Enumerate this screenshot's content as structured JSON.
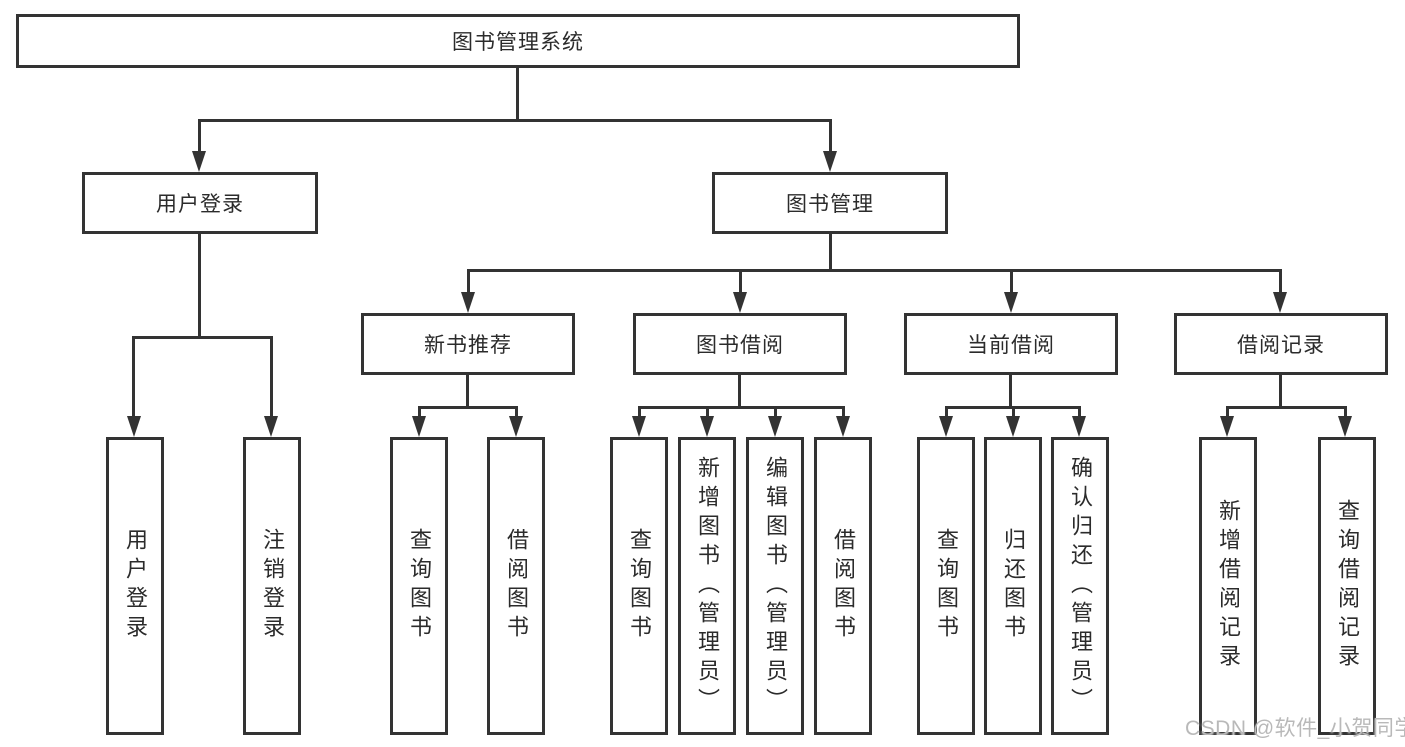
{
  "colors": {
    "line": "#333333",
    "box_background": "#ffffff",
    "text": "#2b2b2b",
    "watermark": "#b9b9b9"
  },
  "tree": {
    "label": "图书管理系统",
    "children": [
      {
        "label": "用户登录",
        "children": [
          {
            "label": "用户登录"
          },
          {
            "label": "注销登录"
          }
        ]
      },
      {
        "label": "图书管理",
        "children": [
          {
            "label": "新书推荐",
            "children": [
              {
                "label": "查询图书"
              },
              {
                "label": "借阅图书"
              }
            ]
          },
          {
            "label": "图书借阅",
            "children": [
              {
                "label": "查询图书"
              },
              {
                "label": "新增图书（管理员）"
              },
              {
                "label": "编辑图书（管理员）"
              },
              {
                "label": "借阅图书"
              }
            ]
          },
          {
            "label": "当前借阅",
            "children": [
              {
                "label": "查询图书"
              },
              {
                "label": "归还图书"
              },
              {
                "label": "确认归还（管理员）"
              }
            ]
          },
          {
            "label": "借阅记录",
            "children": [
              {
                "label": "新增借阅记录"
              },
              {
                "label": "查询借阅记录"
              }
            ]
          }
        ]
      }
    ]
  },
  "watermark": "CSDN @软件_小贺同学"
}
